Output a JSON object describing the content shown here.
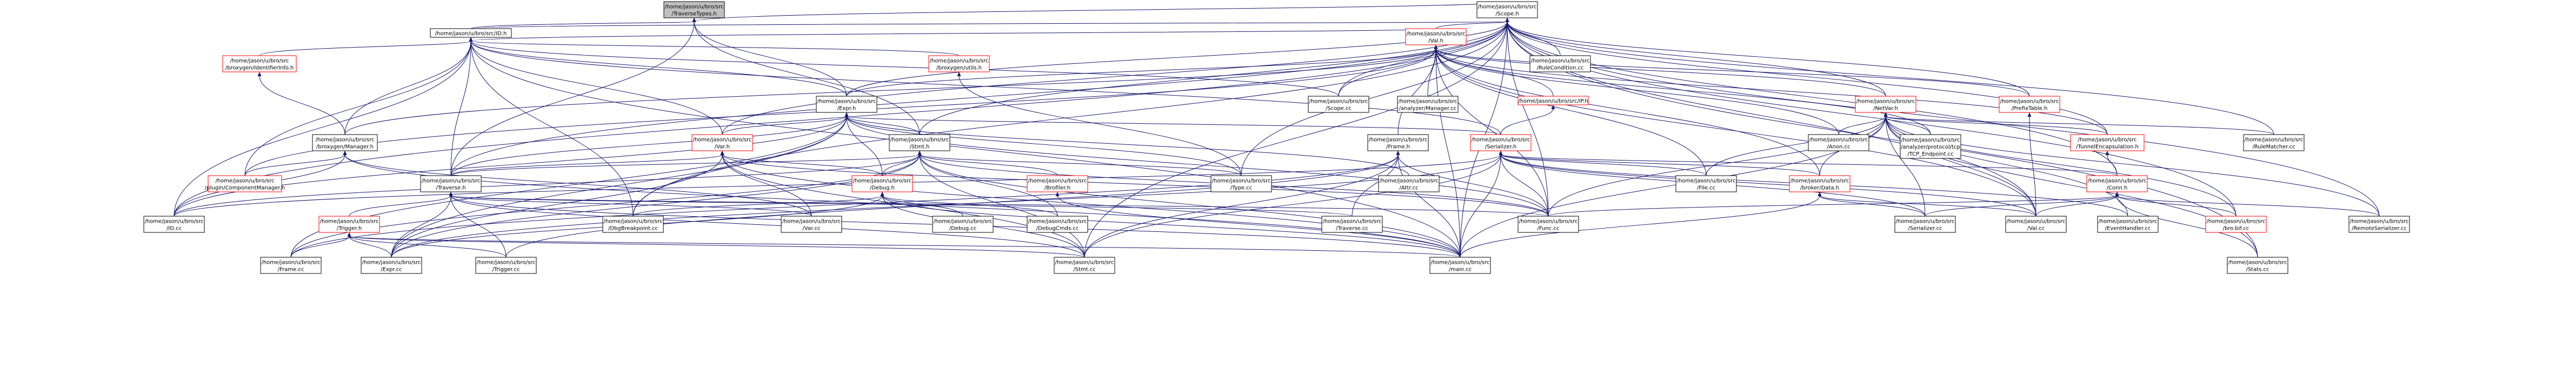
{
  "colors": {
    "edge": "#191970",
    "root_fill": "#bfbfbf",
    "node_border": "#000000",
    "truncated_border": "#ff0000"
  },
  "nodes": {
    "traverse_types_h": [
      "/home/jason/u/bro/src",
      "/TraverseTypes.h"
    ],
    "scope_h": [
      "/home/jason/u/bro/src",
      "/Scope.h"
    ],
    "id_h": [
      "/home/jason/u/bro/src/ID.h"
    ],
    "val_h": [
      "/home/jason/u/bro/src",
      "/Val.h"
    ],
    "rule_condition_cc": [
      "/home/jason/u/bro/src",
      "/RuleCondition.cc"
    ],
    "identifierinfo_h": [
      "/home/jason/u/bro/src",
      "/broxygen/IdentifierInfo.h"
    ],
    "broxygen_utils_h": [
      "/home/jason/u/bro/src",
      "/broxygen/utils.h"
    ],
    "expr_h": [
      "/home/jason/u/bro/src",
      "/Expr.h"
    ],
    "scope_cc": [
      "/home/jason/u/bro/src",
      "/Scope.cc"
    ],
    "analyzer_manager_cc": [
      "/home/jason/u/bro/src",
      "/analyzer/Manager.cc"
    ],
    "ip_h": [
      "/home/jason/u/bro/src/IP.h"
    ],
    "netvar_h": [
      "/home/jason/u/bro/src",
      "/NetVar.h"
    ],
    "prefixtable_h": [
      "/home/jason/u/bro/src",
      "/PrefixTable.h"
    ],
    "broxygen_manager_h": [
      "/home/jason/u/bro/src",
      "/broxygen/Manager.h"
    ],
    "var_h": [
      "/home/jason/u/bro/src",
      "/Var.h"
    ],
    "stmt_h": [
      "/home/jason/u/bro/src",
      "/Stmt.h"
    ],
    "frame_h": [
      "/home/jason/u/bro/src",
      "/Frame.h"
    ],
    "serializer_h": [
      "/home/jason/u/bro/src",
      "/Serializer.h"
    ],
    "anon_cc": [
      "/home/jason/u/bro/src",
      "/Anon.cc"
    ],
    "tcp_endpoint_cc": [
      "/home/jason/u/bro/src",
      "/analyzer/protocol/tcp",
      "/TCP_Endpoint.cc"
    ],
    "tunnel_encap_h": [
      "/home/jason/u/bro/src",
      "/TunnelEncapsulation.h"
    ],
    "rulematcher_cc": [
      "/home/jason/u/bro/src",
      "/RuleMatcher.cc"
    ],
    "component_manager_h": [
      "/home/jason/u/bro/src",
      "/plugin/ComponentManager.h"
    ],
    "traverse_h": [
      "/home/jason/u/bro/src",
      "/Traverse.h"
    ],
    "debug_h": [
      "/home/jason/u/bro/src",
      "/Debug.h"
    ],
    "brofiler_h": [
      "/home/jason/u/bro/src",
      "/Brofiler.h"
    ],
    "type_cc": [
      "/home/jason/u/bro/src",
      "/Type.cc"
    ],
    "attr_cc": [
      "/home/jason/u/bro/src",
      "/Attr.cc"
    ],
    "file_cc": [
      "/home/jason/u/bro/src",
      "/File.cc"
    ],
    "broker_data_h": [
      "/home/jason/u/bro/src",
      "/broker/Data.h"
    ],
    "conn_h": [
      "/home/jason/u/bro/src",
      "/Conn.h"
    ],
    "id_cc": [
      "/home/jason/u/bro/src",
      "/ID.cc"
    ],
    "trigger_h": [
      "/home/jason/u/bro/src",
      "/Trigger.h"
    ],
    "dbgbreakpoint_cc": [
      "/home/jason/u/bro/src",
      "/DbgBreakpoint.cc"
    ],
    "var_cc": [
      "/home/jason/u/bro/src",
      "/Var.cc"
    ],
    "debug_cc": [
      "/home/jason/u/bro/src",
      "/Debug.cc"
    ],
    "debugcmds_cc": [
      "/home/jason/u/bro/src",
      "/DebugCmds.cc"
    ],
    "traverse_cc": [
      "/home/jason/u/bro/src",
      "/Traverse.cc"
    ],
    "func_cc": [
      "/home/jason/u/bro/src",
      "/Func.cc"
    ],
    "serializer_cc": [
      "/home/jason/u/bro/src",
      "/Serializer.cc"
    ],
    "val_cc": [
      "/home/jason/u/bro/src",
      "/Val.cc"
    ],
    "eventhandler_cc": [
      "/home/jason/u/bro/src",
      "/EventHandler.cc"
    ],
    "bro_bif_cc": [
      "/home/jason/u/bro/src",
      "/bro.bif.cc"
    ],
    "remoteserializer_cc": [
      "/home/jason/u/bro/src",
      "/RemoteSerializer.cc"
    ],
    "frame_cc": [
      "/home/jason/u/bro/src",
      "/Frame.cc"
    ],
    "expr_cc": [
      "/home/jason/u/bro/src",
      "/Expr.cc"
    ],
    "trigger_cc": [
      "/home/jason/u/bro/src",
      "/Trigger.cc"
    ],
    "stmt_cc": [
      "/home/jason/u/bro/src",
      "/Stmt.cc"
    ],
    "main_cc": [
      "/home/jason/u/bro/src",
      "/main.cc"
    ],
    "stats_cc": [
      "/home/jason/u/bro/src",
      "/Stats.cc"
    ]
  }
}
